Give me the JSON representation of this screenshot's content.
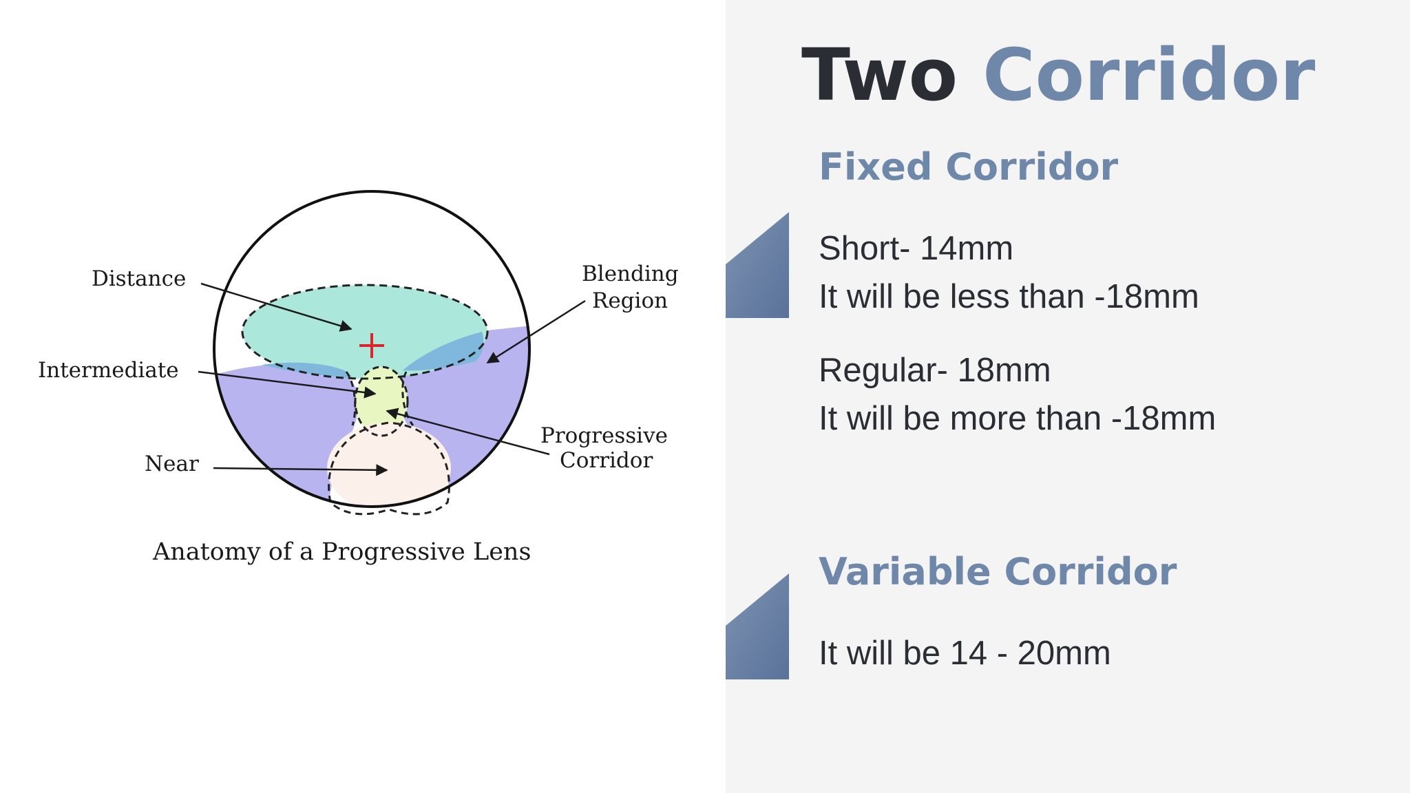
{
  "slide": {
    "title_part1": "Two",
    "title_part2": "Corridor",
    "accent_color": "#6f88aa",
    "text_color": "#2b2d35"
  },
  "diagram": {
    "labels": {
      "distance": "Distance",
      "blending_line1": "Blending",
      "blending_line2": "Region",
      "intermediate": "Intermediate",
      "progressive_line1": "Progressive",
      "progressive_line2": "Corridor",
      "near": "Near"
    },
    "caption": "Anatomy of a Progressive Lens",
    "zone_colors": {
      "distance": "#abe7da",
      "blending": "#b7b4f0",
      "overlap": "#7fb8dc",
      "intermediate": "#e8f6c2",
      "near": "#fbf1ea"
    },
    "center_mark_color": "#d9252b"
  },
  "sections": {
    "fixed": {
      "heading": "Fixed Corridor",
      "lines": [
        "Short- 14mm",
        "It will be less than -18mm",
        "Regular- 18mm",
        "It will be more than -18mm"
      ]
    },
    "variable": {
      "heading": "Variable Corridor",
      "lines": [
        "It will be 14 - 20mm"
      ]
    }
  }
}
